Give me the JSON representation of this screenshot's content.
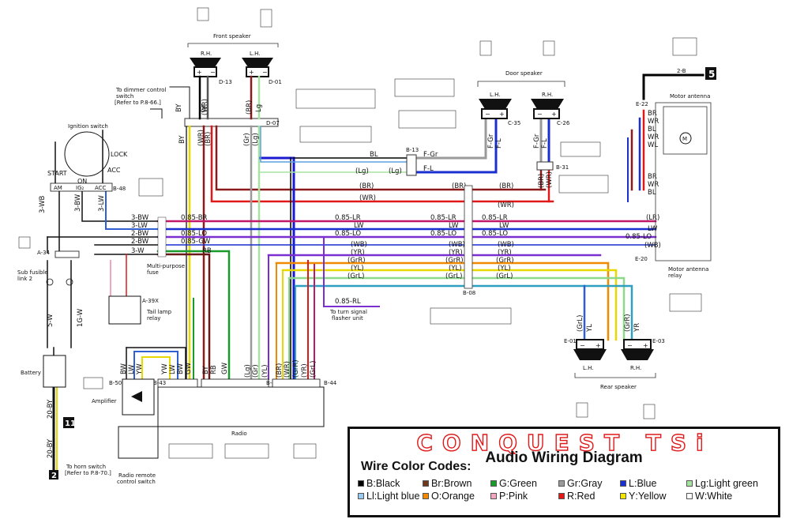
{
  "components": {
    "front_speaker": "Front speaker",
    "front_rh": "R.H.",
    "front_lh": "L.H.",
    "d13": "D-13",
    "d01": "D-01",
    "d07": "D-07",
    "door_speaker": "Door speaker",
    "door_lh": "L.H.",
    "door_rh": "R.H.",
    "c35": "C-35",
    "c26": "C-26",
    "b13": "B-13",
    "b31": "B-31",
    "b48": "B-48",
    "b08": "B-08",
    "b50": "B-50",
    "b43": "B-43",
    "b42": "B-42",
    "b44": "B-44",
    "e22": "E-22",
    "e20": "E-20",
    "e01": "E-01",
    "e03": "E-03",
    "a34": "A-34",
    "a39x": "A-39X",
    "motor_antenna": "Motor antenna",
    "motor_antenna_relay_1": "Motor antenna",
    "motor_antenna_relay_2": "relay",
    "ignition_switch": "Ignition switch",
    "lock": "LOCK",
    "acc": "ACC",
    "start": "START",
    "on": "ON",
    "am": "AM",
    "ig2": "IG₂",
    "acc2": "ACC",
    "dimmer_1": "To dimmer control",
    "dimmer_2": "switch",
    "dimmer_3": "[Refer to P.8-66.]",
    "turn_1": "To turn signal",
    "turn_2": "flasher unit",
    "horn_1": "To horn switch",
    "horn_2": "[Refer to P.8-70.]",
    "sub_fusible_1": "Sub fusible",
    "sub_fusible_2": "link 2",
    "mp_fuse_1": "Multi-purpose",
    "mp_fuse_2": "fuse",
    "tail_lamp_1": "Tail lamp",
    "tail_lamp_2": "relay",
    "battery": "Battery",
    "amplifier": "Amplifier",
    "radio": "Radio",
    "radio_remote_1": "Radio remote",
    "radio_remote_2": "control switch",
    "rear_speaker": "Rear speaker",
    "rear_lh": "L.H.",
    "rear_rh": "R.H.",
    "box5": "5",
    "box11": "11",
    "box2": "2",
    "two_b": "2-B"
  },
  "wire_labels": {
    "by_front": "BY",
    "gr_front": "Gr",
    "br_front": "(BR)",
    "lg_front": "Lg",
    "wr_front": "(WR)",
    "by2": "BY",
    "wr2": "(WR)",
    "br2": "(BR)",
    "gr2": "(Gr)",
    "lg2": "(Lg)",
    "bl": "BL",
    "lg_paren": "(Lg)",
    "lg_paren2": "(Lg)",
    "f_gr": "F-Gr",
    "f_l": "F-L",
    "f_gr_v": "F-Gr",
    "f_l_v": "F-L",
    "f_gr_v2": "F-Gr",
    "f_l_v2": "F-L",
    "br_long": "(BR)",
    "br_long2": "(BR)",
    "br_long3": "(BR)",
    "wr_long": "(WR)",
    "wr_long2": "(WR)",
    "br_v": "(BR)",
    "wr_v": "(WR)",
    "bw1": "3-BW",
    "lw1": "3-LW",
    "bw2": "2-BW",
    "bw3": "2-BW",
    "w3": "3-W",
    "n085br": "0.85-BR",
    "n085lr": "0.85-LR",
    "n085lr2": "0.85-LR",
    "n085lr3": "0.85-LR",
    "lw": "LW",
    "lw2": "LW",
    "lw3": "LW",
    "n085lo": "0.85-LO",
    "n085lo2": "0.85-LO",
    "n085lo3": "0.85-LO",
    "n085lo4": "0.85-LO",
    "n085gw": "0.85-GW",
    "rb": "RB",
    "wb": "(WB)",
    "wb2": "(WB)",
    "wb3": "(WB)",
    "yr": "(YR)",
    "yr2": "(YR)",
    "yr3": "(YR)",
    "grr": "(GrR)",
    "grr2": "(GrR)",
    "grr3": "(GrR)",
    "yl": "(YL)",
    "yl2": "(YL)",
    "yl3": "(YL)",
    "grl": "(GrL)",
    "grl2": "(GrL)",
    "grl3": "(GrL)",
    "lr_r": "(LR)",
    "lw_r": "LW",
    "lo_r": "0.85-LO",
    "wb_r": "(WB)",
    "br_r": "BR",
    "wr_r": "WR",
    "bl_r": "BL",
    "wr_r2": "WR",
    "wl_r": "WL",
    "br_r2": "BR",
    "wr_r3": "WR",
    "bl_r2": "BL",
    "n085rl": "0.85-RL",
    "wb_v": "3-WB",
    "bw_v": "3-BW",
    "lw_v": "3-LW",
    "w5": "5-W",
    "w1g": "1G-W",
    "by20": "20-BY",
    "by20b": "20-BY",
    "grl_e": "(GrL)",
    "yl_e": "YL",
    "grr_e": "(GrR)",
    "yr_e": "YR",
    "r_bw": "BW",
    "r_lw": "LW",
    "r_yw": "YW",
    "r_yw2": "YW",
    "r_lw2": "LW",
    "r_bw2": "BW",
    "r_gw": "GW",
    "r_by": "BY",
    "r_rb": "RB",
    "r_gw2": "GW",
    "r_lg": "(Lg)",
    "r_gr": "(Gr)",
    "r_yl": "(YL)",
    "r_br": "(BR)",
    "r_wr": "(WR)",
    "r_grr": "(GrR)",
    "r_yr": "(YR)",
    "r_grl": "(GrL)"
  },
  "legend": {
    "brand": "CONQUEST TSi",
    "title": "Audio Wiring Diagram",
    "codes_title": "Wire Color Codes:",
    "codes": [
      {
        "code": "B",
        "name": "Black",
        "color": "#000000"
      },
      {
        "code": "Br",
        "name": "Brown",
        "color": "#6b3a1e"
      },
      {
        "code": "G",
        "name": "Green",
        "color": "#1a9a2a"
      },
      {
        "code": "Gr",
        "name": "Gray",
        "color": "#9a9a9a"
      },
      {
        "code": "L",
        "name": "Blue",
        "color": "#1a2fd0"
      },
      {
        "code": "Lg",
        "name": "Light green",
        "color": "#a6e3a0"
      },
      {
        "code": "Ll",
        "name": "Light blue",
        "color": "#9cc9f0"
      },
      {
        "code": "O",
        "name": "Orange",
        "color": "#f08a00"
      },
      {
        "code": "P",
        "name": "Pink",
        "color": "#f4a6c0"
      },
      {
        "code": "R",
        "name": "Red",
        "color": "#e01818"
      },
      {
        "code": "Y",
        "name": "Yellow",
        "color": "#f2e600"
      },
      {
        "code": "W",
        "name": "White",
        "color": "#ffffff"
      }
    ]
  }
}
